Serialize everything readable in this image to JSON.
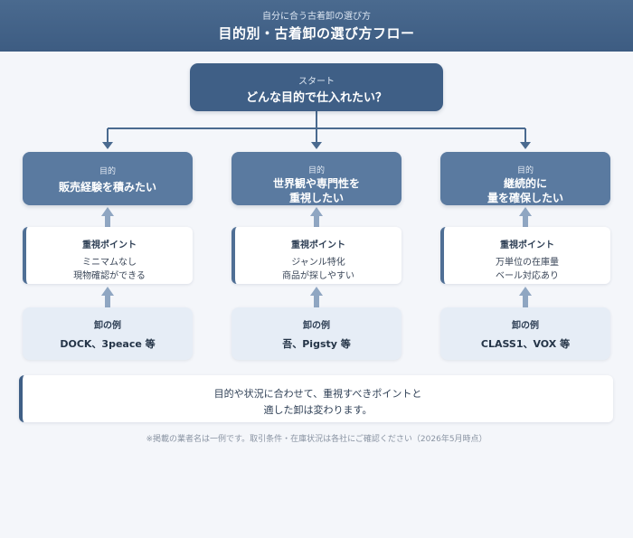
{
  "header": {
    "subtitle": "自分に合う古着卸の選び方",
    "title": "目的別・古着卸の選び方フロー"
  },
  "start": {
    "label": "スタート",
    "question": "どんな目的で仕入れたい？"
  },
  "columns": [
    {
      "goal_label": "目的",
      "goal_lines": [
        "販売経験を積みたい"
      ],
      "point_label": "重視ポイント",
      "point_lines": [
        "ミニマムなし",
        "現物確認ができる"
      ],
      "example_label": "卸の例",
      "example_value": "DOCK、3peace 等"
    },
    {
      "goal_label": "目的",
      "goal_lines": [
        "世界観や専門性を",
        "重視したい"
      ],
      "point_label": "重視ポイント",
      "point_lines": [
        "ジャンル特化",
        "商品が探しやすい"
      ],
      "example_label": "卸の例",
      "example_value": "吾、Pigsty 等"
    },
    {
      "goal_label": "目的",
      "goal_lines": [
        "継続的に",
        "量を確保したい"
      ],
      "point_label": "重視ポイント",
      "point_lines": [
        "万単位の在庫量",
        "ベール対応あり"
      ],
      "example_label": "卸の例",
      "example_value": "CLASS1、VOX 等"
    }
  ],
  "summary": {
    "line1": "目的や状況に合わせて、重視すべきポイントと",
    "line2": "適した卸は変わります。"
  },
  "note": "※掲載の業者名は一例です。取引条件・在庫状況は各社にご確認ください（2026年5月時点）",
  "colors": {
    "header": "#3d5c82",
    "start": "#3f5f86",
    "goal": "#5a7aa0",
    "example_bg": "#e6edf6",
    "connector": "#4a6a8f"
  }
}
